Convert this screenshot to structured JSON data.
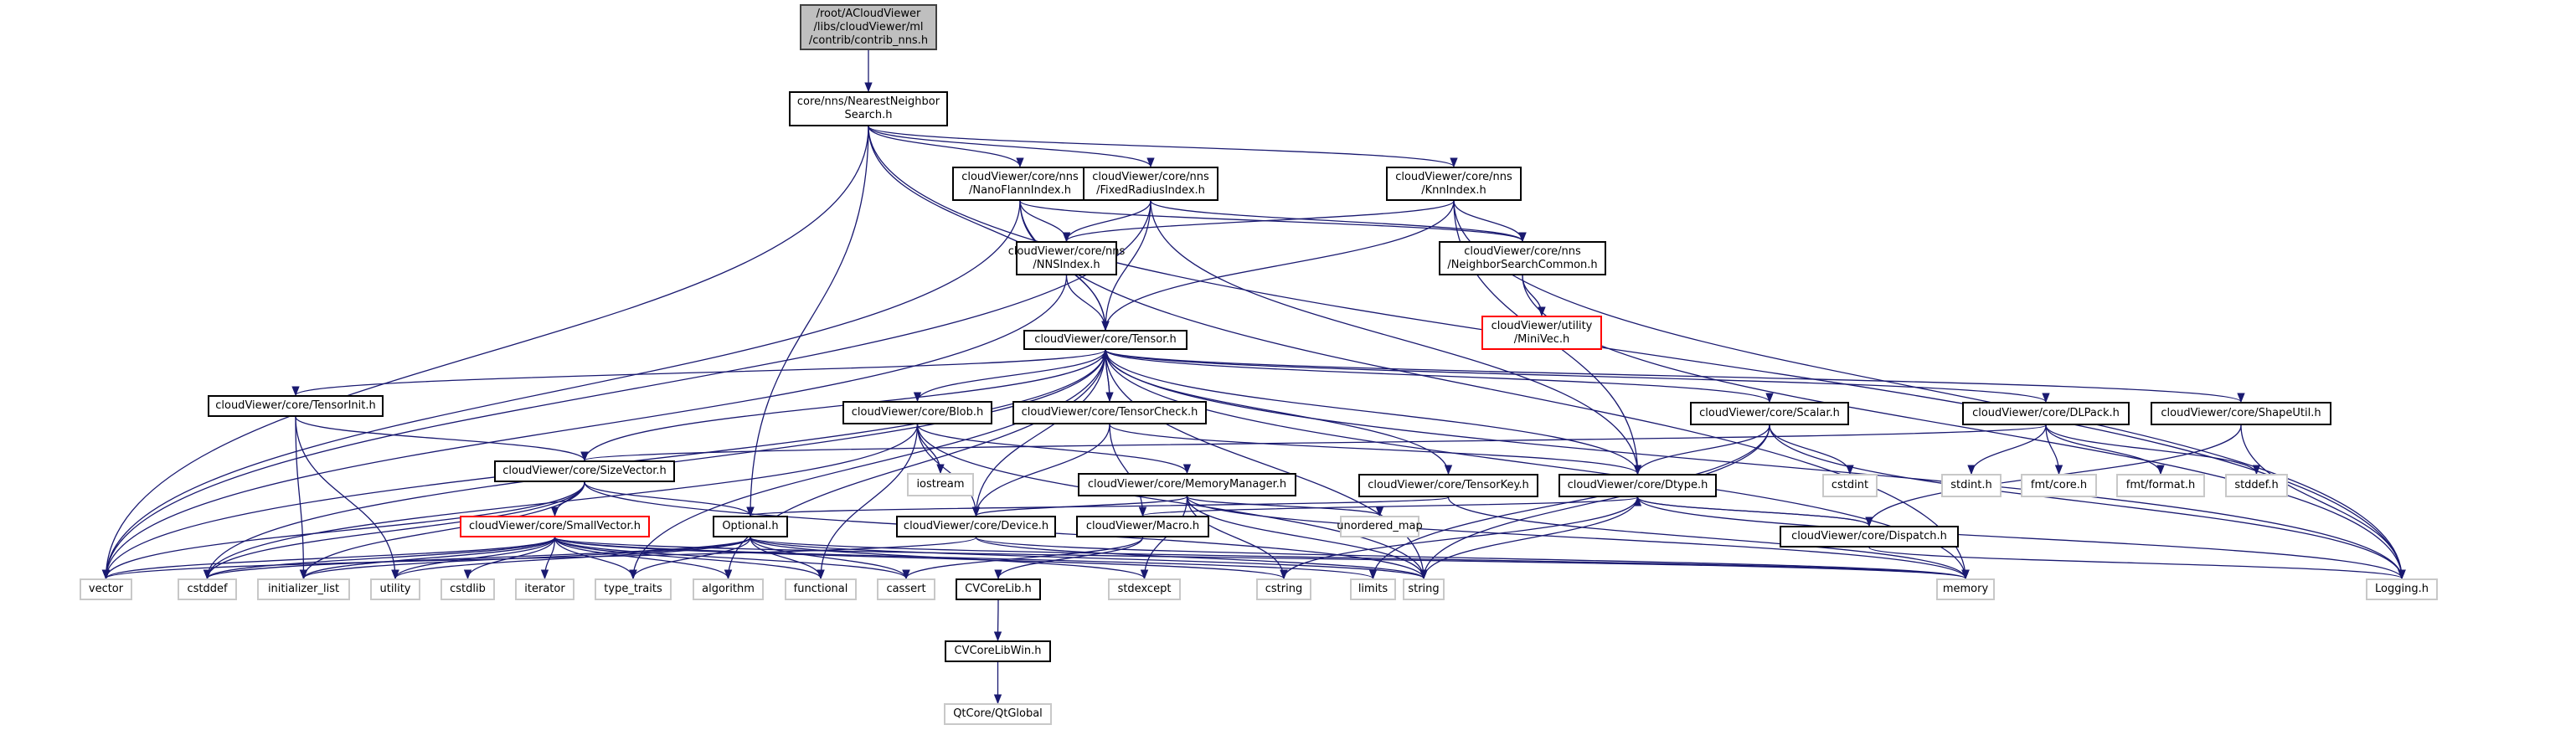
{
  "title": "Include dependency graph for contrib_nns.h",
  "colors": {
    "edge": "#191970",
    "root_fill": "#bfbfbf",
    "ext_border": "#c8c8c8",
    "trunc_border": "#ff0000"
  },
  "nodes": [
    {
      "id": "root",
      "label": "/root/ACloudViewer\n/libs/cloudViewer/ml\n/contrib/contrib_nns.h",
      "kind": "root"
    },
    {
      "id": "nns",
      "label": "core/nns/NearestNeighbor\nSearch.h",
      "kind": "normal"
    },
    {
      "id": "nano",
      "label": "cloudViewer/core/nns\n/NanoFlannIndex.h",
      "kind": "normal"
    },
    {
      "id": "fixed",
      "label": "cloudViewer/core/nns\n/FixedRadiusIndex.h",
      "kind": "normal"
    },
    {
      "id": "knn",
      "label": "cloudViewer/core/nns\n/KnnIndex.h",
      "kind": "normal"
    },
    {
      "id": "nnsidx",
      "label": "cloudViewer/core/nns\n/NNSIndex.h",
      "kind": "normal"
    },
    {
      "id": "nsc",
      "label": "cloudViewer/core/nns\n/NeighborSearchCommon.h",
      "kind": "normal"
    },
    {
      "id": "minivec",
      "label": "cloudViewer/utility\n/MiniVec.h",
      "kind": "trunc"
    },
    {
      "id": "tensor",
      "label": "cloudViewer/core/Tensor.h",
      "kind": "normal"
    },
    {
      "id": "tinit",
      "label": "cloudViewer/core/TensorInit.h",
      "kind": "normal"
    },
    {
      "id": "blob",
      "label": "cloudViewer/core/Blob.h",
      "kind": "normal"
    },
    {
      "id": "tcheck",
      "label": "cloudViewer/core/TensorCheck.h",
      "kind": "normal"
    },
    {
      "id": "scalar",
      "label": "cloudViewer/core/Scalar.h",
      "kind": "normal"
    },
    {
      "id": "dlpack",
      "label": "cloudViewer/core/DLPack.h",
      "kind": "normal"
    },
    {
      "id": "shape",
      "label": "cloudViewer/core/ShapeUtil.h",
      "kind": "normal"
    },
    {
      "id": "sizevec",
      "label": "cloudViewer/core/SizeVector.h",
      "kind": "normal"
    },
    {
      "id": "iostream",
      "label": "iostream",
      "kind": "ext"
    },
    {
      "id": "memmgr",
      "label": "cloudViewer/core/MemoryManager.h",
      "kind": "normal"
    },
    {
      "id": "tkey",
      "label": "cloudViewer/core/TensorKey.h",
      "kind": "normal"
    },
    {
      "id": "dtype",
      "label": "cloudViewer/core/Dtype.h",
      "kind": "normal"
    },
    {
      "id": "cstdint",
      "label": "cstdint",
      "kind": "ext"
    },
    {
      "id": "stdinth",
      "label": "stdint.h",
      "kind": "ext"
    },
    {
      "id": "fmtcore",
      "label": "fmt/core.h",
      "kind": "ext"
    },
    {
      "id": "fmtformat",
      "label": "fmt/format.h",
      "kind": "ext"
    },
    {
      "id": "stddefh",
      "label": "stddef.h",
      "kind": "ext"
    },
    {
      "id": "smallvec",
      "label": "cloudViewer/core/SmallVector.h",
      "kind": "trunc"
    },
    {
      "id": "optional",
      "label": "Optional.h",
      "kind": "normal"
    },
    {
      "id": "device",
      "label": "cloudViewer/core/Device.h",
      "kind": "normal"
    },
    {
      "id": "umap",
      "label": "unordered_map",
      "kind": "ext"
    },
    {
      "id": "macro",
      "label": "cloudViewer/Macro.h",
      "kind": "normal"
    },
    {
      "id": "dispatch",
      "label": "cloudViewer/core/Dispatch.h",
      "kind": "normal"
    },
    {
      "id": "vector",
      "label": "vector",
      "kind": "ext"
    },
    {
      "id": "cstddef",
      "label": "cstddef",
      "kind": "ext"
    },
    {
      "id": "initlist",
      "label": "initializer_list",
      "kind": "ext"
    },
    {
      "id": "utility",
      "label": "utility",
      "kind": "ext"
    },
    {
      "id": "cstdlib",
      "label": "cstdlib",
      "kind": "ext"
    },
    {
      "id": "iterator",
      "label": "iterator",
      "kind": "ext"
    },
    {
      "id": "typetraits",
      "label": "type_traits",
      "kind": "ext"
    },
    {
      "id": "algorithm",
      "label": "algorithm",
      "kind": "ext"
    },
    {
      "id": "functional",
      "label": "functional",
      "kind": "ext"
    },
    {
      "id": "cassert",
      "label": "cassert",
      "kind": "ext"
    },
    {
      "id": "cvcorelib",
      "label": "CVCoreLib.h",
      "kind": "normal"
    },
    {
      "id": "stdexcept",
      "label": "stdexcept",
      "kind": "ext"
    },
    {
      "id": "cstring",
      "label": "cstring",
      "kind": "ext"
    },
    {
      "id": "limits",
      "label": "limits",
      "kind": "ext"
    },
    {
      "id": "string",
      "label": "string",
      "kind": "ext"
    },
    {
      "id": "memory",
      "label": "memory",
      "kind": "ext"
    },
    {
      "id": "logging",
      "label": "Logging.h",
      "kind": "ext"
    },
    {
      "id": "cvcorelibwin",
      "label": "CVCoreLibWin.h",
      "kind": "normal"
    },
    {
      "id": "qtglobal",
      "label": "QtCore/QtGlobal",
      "kind": "ext"
    }
  ],
  "edges": [
    [
      "root",
      "nns"
    ],
    [
      "nns",
      "vector"
    ],
    [
      "nns",
      "nano"
    ],
    [
      "nns",
      "fixed"
    ],
    [
      "nns",
      "knn"
    ],
    [
      "nns",
      "tensor"
    ],
    [
      "nns",
      "optional"
    ],
    [
      "nns",
      "logging"
    ],
    [
      "nano",
      "vector"
    ],
    [
      "nano",
      "nnsidx"
    ],
    [
      "nano",
      "nsc"
    ],
    [
      "nano",
      "tensor"
    ],
    [
      "nano",
      "memory"
    ],
    [
      "fixed",
      "nnsidx"
    ],
    [
      "fixed",
      "nsc"
    ],
    [
      "fixed",
      "tensor"
    ],
    [
      "fixed",
      "dtype"
    ],
    [
      "fixed",
      "vector"
    ],
    [
      "knn",
      "nnsidx"
    ],
    [
      "knn",
      "nsc"
    ],
    [
      "knn",
      "tensor"
    ],
    [
      "knn",
      "dtype"
    ],
    [
      "knn",
      "logging"
    ],
    [
      "nnsidx",
      "tensor"
    ],
    [
      "nnsidx",
      "vector"
    ],
    [
      "nsc",
      "minivec"
    ],
    [
      "nsc",
      "logging"
    ],
    [
      "tensor",
      "tinit"
    ],
    [
      "tensor",
      "blob"
    ],
    [
      "tensor",
      "tcheck"
    ],
    [
      "tensor",
      "scalar"
    ],
    [
      "tensor",
      "dlpack"
    ],
    [
      "tensor",
      "shape"
    ],
    [
      "tensor",
      "sizevec"
    ],
    [
      "tensor",
      "tkey"
    ],
    [
      "tensor",
      "dtype"
    ],
    [
      "tensor",
      "device"
    ],
    [
      "tensor",
      "vector"
    ],
    [
      "tensor",
      "cstddef"
    ],
    [
      "tensor",
      "algorithm"
    ],
    [
      "tensor",
      "typetraits"
    ],
    [
      "tensor",
      "string"
    ],
    [
      "tensor",
      "memory"
    ],
    [
      "tensor",
      "logging"
    ],
    [
      "tinit",
      "sizevec"
    ],
    [
      "tinit",
      "initlist"
    ],
    [
      "tinit",
      "utility"
    ],
    [
      "blob",
      "iostream"
    ],
    [
      "blob",
      "memmgr"
    ],
    [
      "blob",
      "device"
    ],
    [
      "blob",
      "functional"
    ],
    [
      "blob",
      "cstddef"
    ],
    [
      "blob",
      "string"
    ],
    [
      "tcheck",
      "tensor"
    ],
    [
      "tcheck",
      "dtype"
    ],
    [
      "tcheck",
      "device"
    ],
    [
      "tcheck",
      "macro"
    ],
    [
      "scalar",
      "dtype"
    ],
    [
      "scalar",
      "cstdint"
    ],
    [
      "scalar",
      "logging"
    ],
    [
      "scalar",
      "limits"
    ],
    [
      "scalar",
      "string"
    ],
    [
      "dlpack",
      "stdinth"
    ],
    [
      "dlpack",
      "fmtcore"
    ],
    [
      "dlpack",
      "fmtformat"
    ],
    [
      "dlpack",
      "stddefh"
    ],
    [
      "dlpack",
      "sizevec"
    ],
    [
      "shape",
      "dispatch"
    ],
    [
      "shape",
      "logging"
    ],
    [
      "sizevec",
      "smallvec"
    ],
    [
      "sizevec",
      "optional"
    ],
    [
      "sizevec",
      "vector"
    ],
    [
      "sizevec",
      "cstddef"
    ],
    [
      "sizevec",
      "string"
    ],
    [
      "sizevec",
      "initlist"
    ],
    [
      "memmgr",
      "device"
    ],
    [
      "memmgr",
      "umap"
    ],
    [
      "memmgr",
      "cstring"
    ],
    [
      "memmgr",
      "stdexcept"
    ],
    [
      "memmgr",
      "string"
    ],
    [
      "memmgr",
      "memory"
    ],
    [
      "tkey",
      "optional"
    ],
    [
      "tkey",
      "memory"
    ],
    [
      "dtype",
      "dispatch"
    ],
    [
      "dtype",
      "macro"
    ],
    [
      "dtype",
      "cstring"
    ],
    [
      "dtype",
      "string"
    ],
    [
      "dtype",
      "logging"
    ],
    [
      "dispatch",
      "dtype"
    ],
    [
      "dispatch",
      "logging"
    ],
    [
      "smallvec",
      "vector"
    ],
    [
      "smallvec",
      "cstddef"
    ],
    [
      "smallvec",
      "initlist"
    ],
    [
      "smallvec",
      "utility"
    ],
    [
      "smallvec",
      "cstdlib"
    ],
    [
      "smallvec",
      "iterator"
    ],
    [
      "smallvec",
      "typetraits"
    ],
    [
      "smallvec",
      "algorithm"
    ],
    [
      "smallvec",
      "functional"
    ],
    [
      "smallvec",
      "cassert"
    ],
    [
      "smallvec",
      "cstring"
    ],
    [
      "smallvec",
      "limits"
    ],
    [
      "smallvec",
      "memory"
    ],
    [
      "optional",
      "typetraits"
    ],
    [
      "optional",
      "functional"
    ],
    [
      "optional",
      "cassert"
    ],
    [
      "optional",
      "stdexcept"
    ],
    [
      "optional",
      "string"
    ],
    [
      "optional",
      "utility"
    ],
    [
      "optional",
      "initlist"
    ],
    [
      "optional",
      "cstddef"
    ],
    [
      "optional",
      "memory"
    ],
    [
      "device",
      "string"
    ],
    [
      "device",
      "vector"
    ],
    [
      "device",
      "memory"
    ],
    [
      "macro",
      "cassert"
    ],
    [
      "macro",
      "cvcorelib"
    ],
    [
      "cvcorelib",
      "cvcorelibwin"
    ],
    [
      "cvcorelibwin",
      "qtglobal"
    ]
  ]
}
